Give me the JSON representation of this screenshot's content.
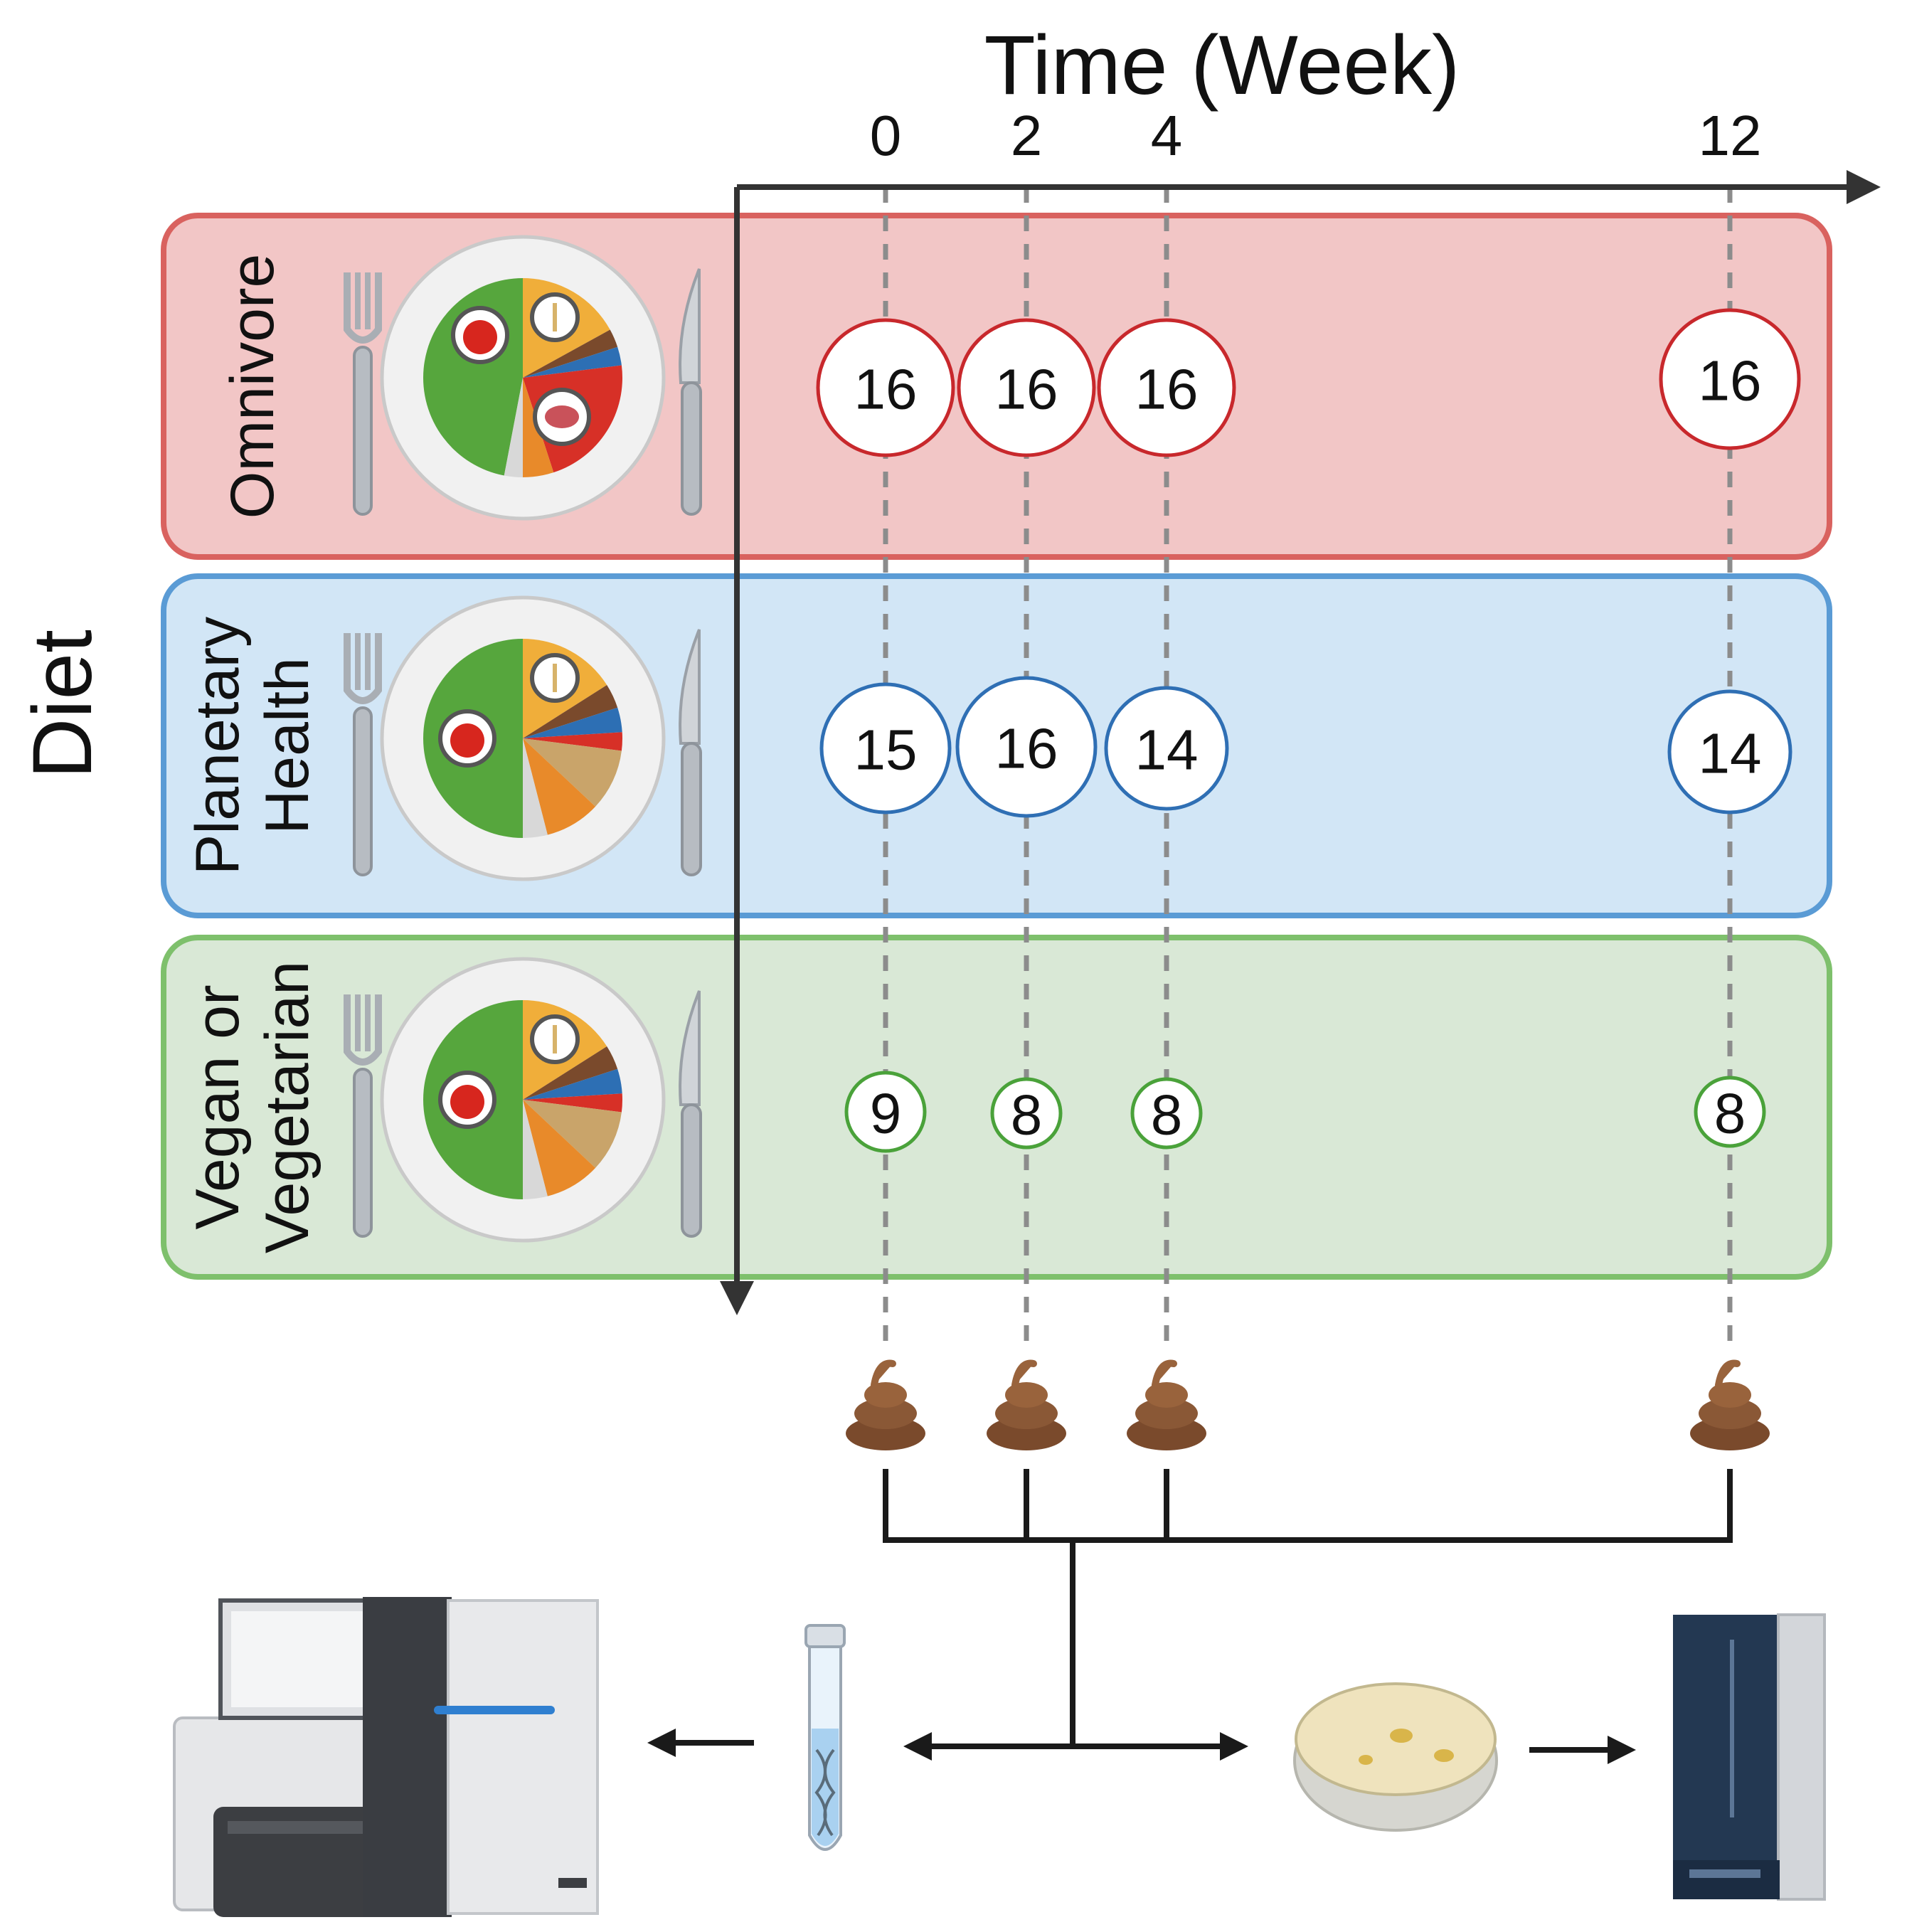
{
  "title": "Time (Week)",
  "y_title": "Diet",
  "weeks": [
    "0",
    "2",
    "4",
    "12"
  ],
  "colors": {
    "omnivore_fill": "#f2c6c6",
    "omnivore_stroke": "#d9625f",
    "omnivore_circle": "#c8282c",
    "planetary_fill": "#d2e6f6",
    "planetary_stroke": "#5a9bd5",
    "planetary_circle": "#2f6fb4",
    "vegan_fill": "#d9e8d6",
    "vegan_stroke": "#7ec06c",
    "vegan_circle": "#4aa23a",
    "stool": "#7a4a2c"
  },
  "diets": [
    {
      "label_lines": [
        "Omnivore"
      ],
      "counts": [
        "16",
        "16",
        "16",
        "16"
      ]
    },
    {
      "label_lines": [
        "Planetary",
        "Health"
      ],
      "counts": [
        "15",
        "16",
        "14",
        "14"
      ]
    },
    {
      "label_lines": [
        "Vegan or",
        "Vegetarian"
      ],
      "counts": [
        "9",
        "8",
        "8",
        "8"
      ]
    }
  ],
  "icons": {
    "fork": "fork-icon",
    "plate": "plate-icon",
    "knife": "knife-icon",
    "stool": "stool-sample-icon",
    "sequencer": "sequencer-machine-icon",
    "tube": "dna-test-tube-icon",
    "petri": "petri-dish-icon",
    "maldi": "mass-spectrometer-icon"
  }
}
